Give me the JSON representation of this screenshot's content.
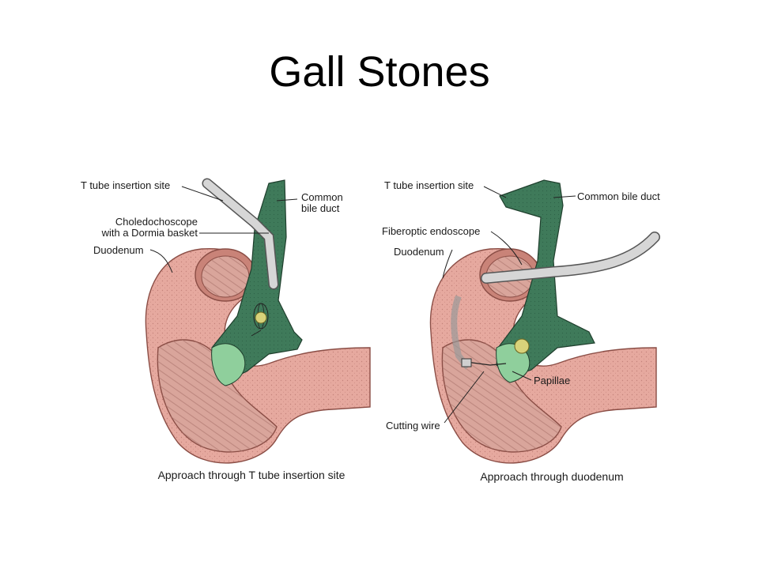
{
  "slide": {
    "title": "Gall Stones"
  },
  "left_panel": {
    "labels": {
      "t_tube": "T tube insertion site",
      "choledochoscope_1": "Choledochoscope",
      "choledochoscope_2": "with a Dormia basket",
      "duodenum": "Duodenum",
      "common_bile_duct_1": "Common",
      "common_bile_duct_2": "bile duct"
    },
    "caption": "Approach through T tube insertion site"
  },
  "right_panel": {
    "labels": {
      "t_tube": "T tube insertion site",
      "common_bile_duct": "Common bile duct",
      "fiberoptic_endoscope": "Fiberoptic endoscope",
      "duodenum": "Duodenum",
      "papillae": "Papillae",
      "cutting_wire": "Cutting wire"
    },
    "caption": "Approach through duodenum"
  },
  "colors": {
    "duct_green": "#3f7a5a",
    "duct_light": "#8fcf9c",
    "duodenum_pink": "#e6a99f",
    "duodenum_dark": "#c98378",
    "scope_gray": "#c8c8c8",
    "stone_yellow": "#d8d27a"
  }
}
